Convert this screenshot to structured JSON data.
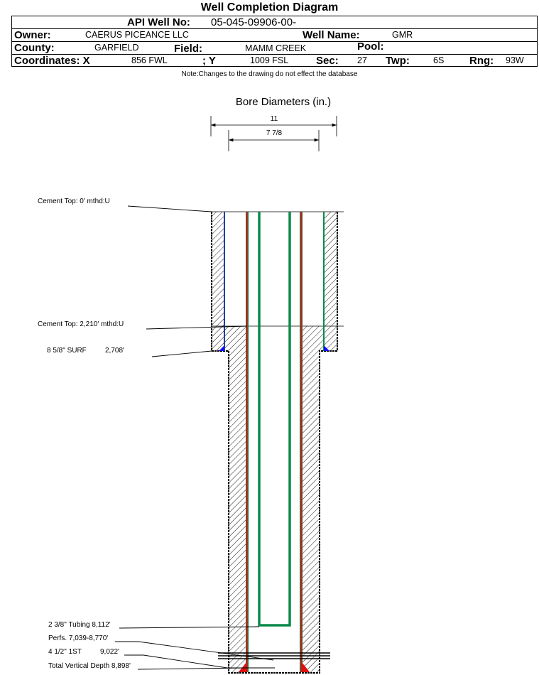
{
  "title": "Well Completion Diagram",
  "header": {
    "api_label": "API Well No:",
    "api_value": "05-045-09906-00-",
    "owner_label": "Owner:",
    "owner_value": "CAERUS PICEANCE LLC",
    "well_name_label": "Well Name:",
    "well_name_value": "GMR",
    "county_label": "County:",
    "county_value": "GARFIELD",
    "field_label": "Field:",
    "field_value": "MAMM CREEK",
    "pool_label": "Pool:",
    "coord_x_label": "Coordinates: X",
    "coord_x_value": "856 FWL",
    "coord_y_label": "; Y",
    "coord_y_value": "1009 FSL",
    "sec_label": "Sec:",
    "sec_value": "27",
    "twp_label": "Twp:",
    "twp_value": "6S",
    "rng_label": "Rng:",
    "rng_value": "93W"
  },
  "note": "Note:Changes to the drawing do not effect the database",
  "bore": {
    "title": "Bore Diameters (in.)",
    "outer": "11",
    "inner": "7 7/8"
  },
  "labels": {
    "cement_top_1": "Cement Top: 0' mthd:U",
    "cement_top_2": "Cement Top: 2,210' mthd:U",
    "surf_casing": "8 5/8\" SURF",
    "surf_depth": "2,708'",
    "tubing": "2 3/8\" Tubing 8,112'",
    "perfs": "Perfs. 7,039-8,770'",
    "prod_casing": "4 1/2\" 1ST",
    "prod_depth": "9,022'",
    "tvd": "Total Vertical Depth 8,898'"
  },
  "colors": {
    "surface_casing": "#1a3fa0",
    "production_casing": "#e01010",
    "tubing": "#0a8a4a",
    "cement_hatch": "#000000"
  }
}
